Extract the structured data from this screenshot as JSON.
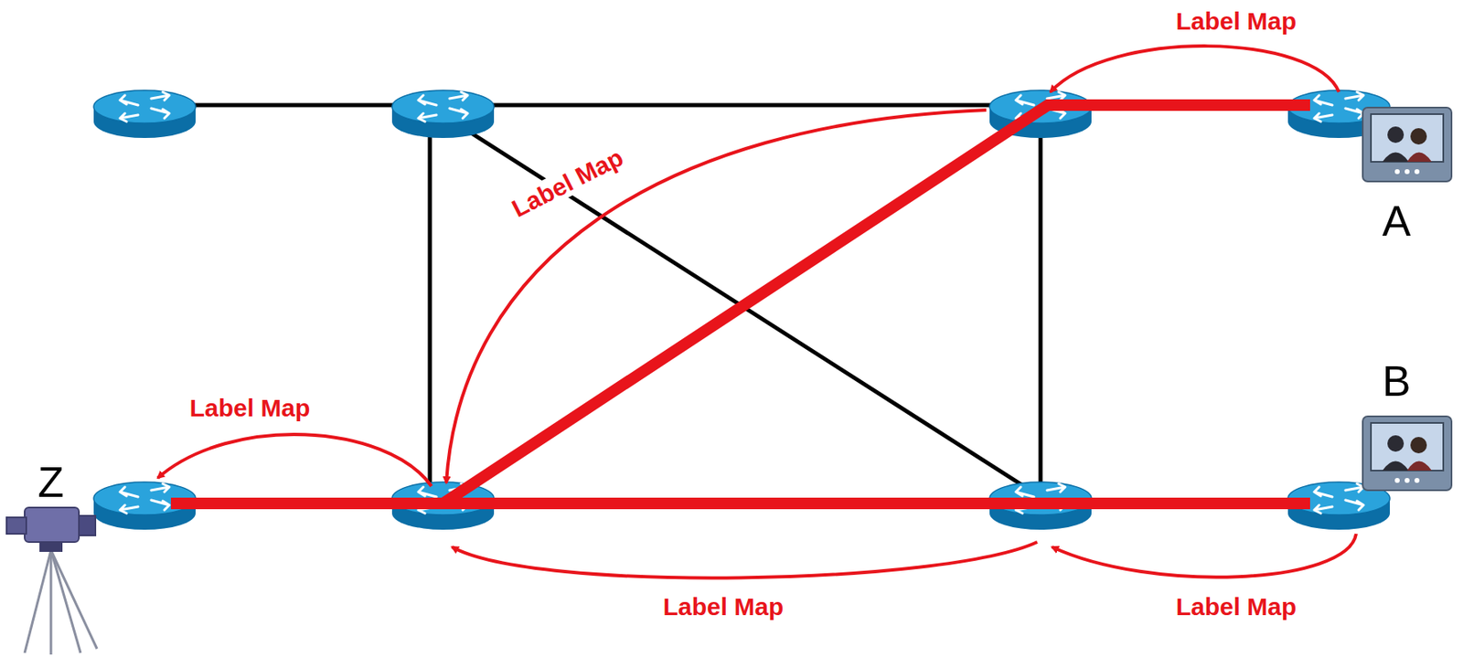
{
  "diagram": {
    "labels": [
      "Label Map",
      "Label Map",
      "Label Map",
      "Label Map",
      "Label Map",
      "A",
      "B",
      "Z"
    ]
  }
}
